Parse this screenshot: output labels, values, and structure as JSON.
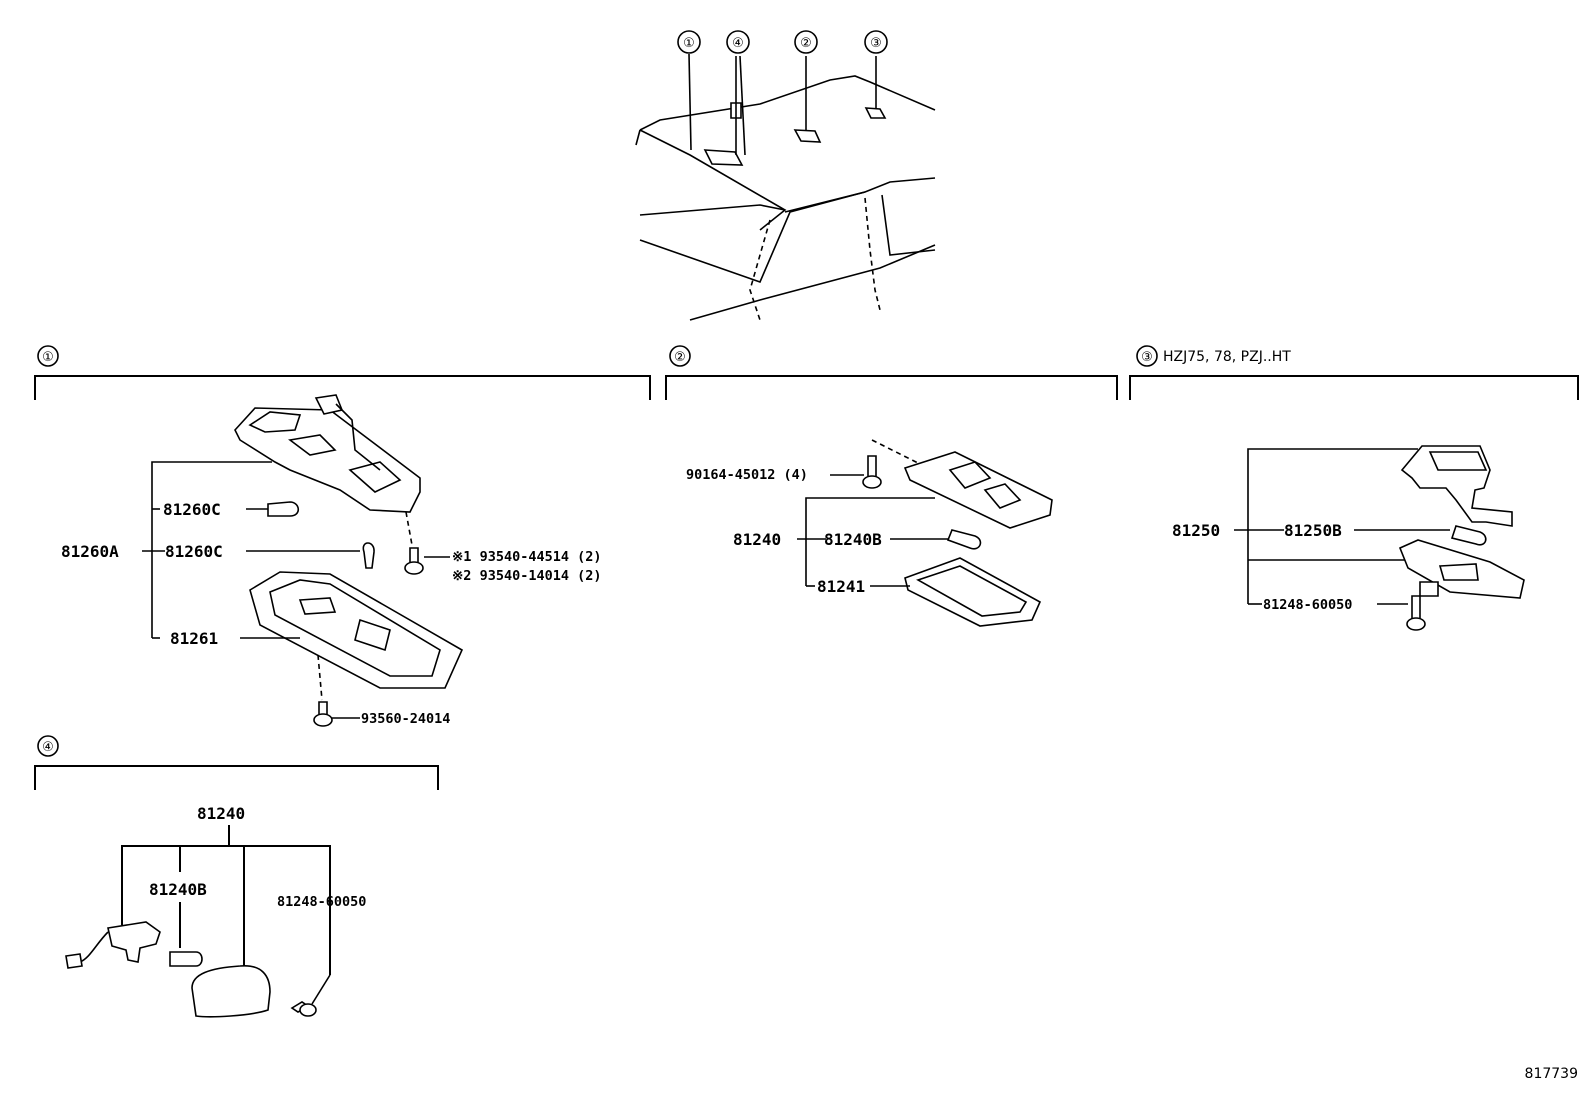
{
  "vehicle_view": {
    "callouts": [
      "①",
      "④",
      "②",
      "③"
    ]
  },
  "sections": {
    "s1": {
      "marker": "①",
      "parts": {
        "assy": "81260A",
        "bulb_a": "81260C",
        "bulb_b": "81260C",
        "lens": "81261",
        "screw_1": "※1 93540-44514 (2)",
        "screw_2": "※2 93540-14014 (2)",
        "screw_3": "93560-24014"
      }
    },
    "s2": {
      "marker": "②",
      "parts": {
        "screw": "90164-45012 (4)",
        "assy": "81240",
        "bulb": "81240B",
        "lens": "81241"
      }
    },
    "s3": {
      "marker": "③",
      "caption": "HZJ75, 78, PZJ..HT",
      "parts": {
        "assy": "81250",
        "bulb": "81250B",
        "screw": "81248-60050"
      }
    },
    "s4": {
      "marker": "④",
      "parts": {
        "assy": "81240",
        "bulb": "81240B",
        "screw": "81248-60050"
      }
    }
  },
  "figure_number": "817739"
}
